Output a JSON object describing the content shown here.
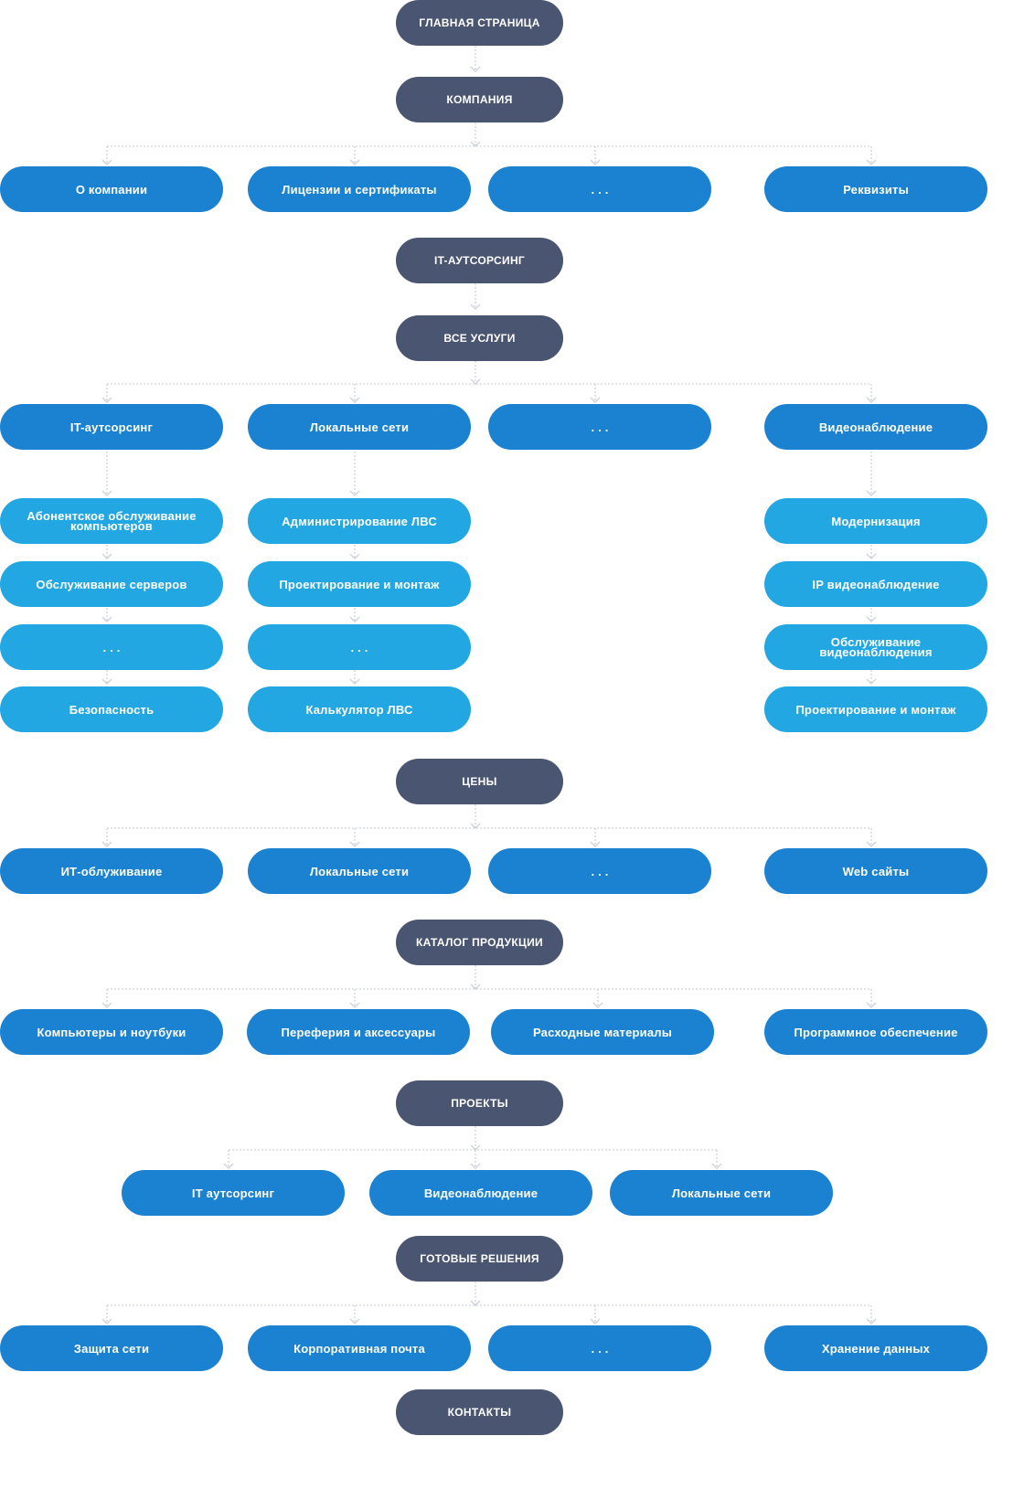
{
  "sections": [
    {
      "key": "home",
      "label": "ГЛАВНАЯ СТРАНИЦА"
    },
    {
      "key": "company",
      "label": "КОМПАНИЯ"
    },
    {
      "key": "outsourcing",
      "label": "IT-АУТСОРСИНГ"
    },
    {
      "key": "services",
      "label": "ВСЕ УСЛУГИ"
    },
    {
      "key": "prices",
      "label": "ЦЕНЫ"
    },
    {
      "key": "catalog",
      "label": "КАТАЛОГ ПРОДУКЦИИ"
    },
    {
      "key": "projects",
      "label": "ПРОЕКТЫ"
    },
    {
      "key": "solutions",
      "label": "ГОТОВЫЕ РЕШЕНИЯ"
    },
    {
      "key": "contacts",
      "label": "КОНТАКТЫ"
    }
  ],
  "company_items": [
    "О компании",
    "Лицензии и сертификаты",
    ". . .",
    "Реквизиты"
  ],
  "service_items": [
    "IT-аутсорсинг",
    "Локальные сети",
    ". . .",
    "Видеонаблюдение"
  ],
  "service_sub": {
    "outsourcing": [
      "Абонентское обслуживание компьютеров",
      "Обслуживание серверов",
      ". . .",
      "Безопасность"
    ],
    "lan": [
      "Администрирование ЛВС",
      "Проектирование и монтаж",
      ". . .",
      "Калькулятор ЛВС"
    ],
    "video": [
      "Модернизация",
      "IP видеонаблюдение",
      "Обслуживание видеонаблюдения",
      "Проектирование и монтаж"
    ]
  },
  "price_items": [
    "ИТ-облуживание",
    "Локальные сети",
    ". . .",
    "Web сайты"
  ],
  "catalog_items": [
    "Компьютеры и ноутбуки",
    "Переферия и аксессуары",
    "Расходные материалы",
    "Программное обеспечение"
  ],
  "project_items": [
    "IT аутсорсинг",
    "Видеонаблюдение",
    "Локальные сети"
  ],
  "solution_items": [
    "Защита сети",
    "Корпоративная почта",
    ". . .",
    "Хранение данных"
  ],
  "colors": {
    "section": "#4a5572",
    "category": "#1a82d1",
    "subcategory": "#22a7e2",
    "connector": "#cfd3da"
  }
}
